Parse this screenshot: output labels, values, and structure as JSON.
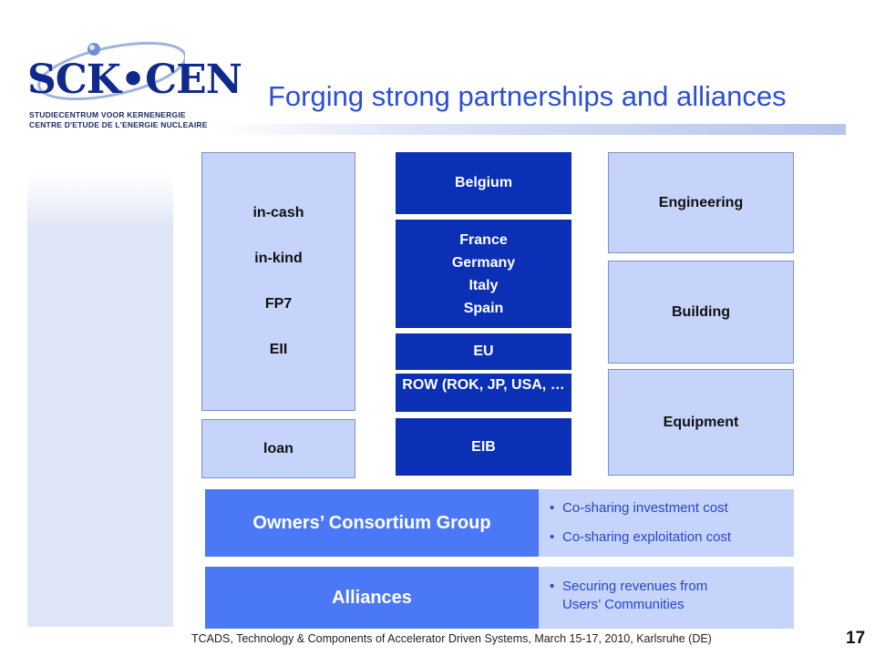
{
  "logo": {
    "name": "SCK•CEN",
    "line1": "STUDIECENTRUM VOOR KERNENERGIE",
    "line2": "CENTRE D'ETUDE DE L'ENERGIE NUCLEAIRE"
  },
  "title": "Forging strong partnerships and alliances",
  "funding": {
    "items": [
      "in-cash",
      "in-kind",
      "FP7",
      "EII"
    ],
    "loan": "loan"
  },
  "partners": {
    "belgium": "Belgium",
    "countries": [
      "France",
      "Germany",
      "Italy",
      "Spain"
    ],
    "eu": "EU",
    "row": "ROW (ROK, JP, USA, …",
    "eib": "EIB"
  },
  "scope": {
    "engineering": "Engineering",
    "building": "Building",
    "equipment": "Equipment"
  },
  "consortium": {
    "label": "Owners’ Consortium Group",
    "bullets": [
      "Co-sharing investment cost",
      "Co-sharing exploitation cost"
    ]
  },
  "alliances": {
    "label": "Alliances",
    "bullets": [
      "Securing revenues from Users’ Communities"
    ]
  },
  "footer": "TCADS, Technology & Components of Accelerator Driven Systems, March 15-17, 2010, Karlsruhe (DE)",
  "page_number": "17",
  "colors": {
    "dark_box": "#0b2fb5",
    "light_box": "#c6d4fb",
    "band_label": "#4a78f6",
    "title": "#2b4fd6"
  }
}
